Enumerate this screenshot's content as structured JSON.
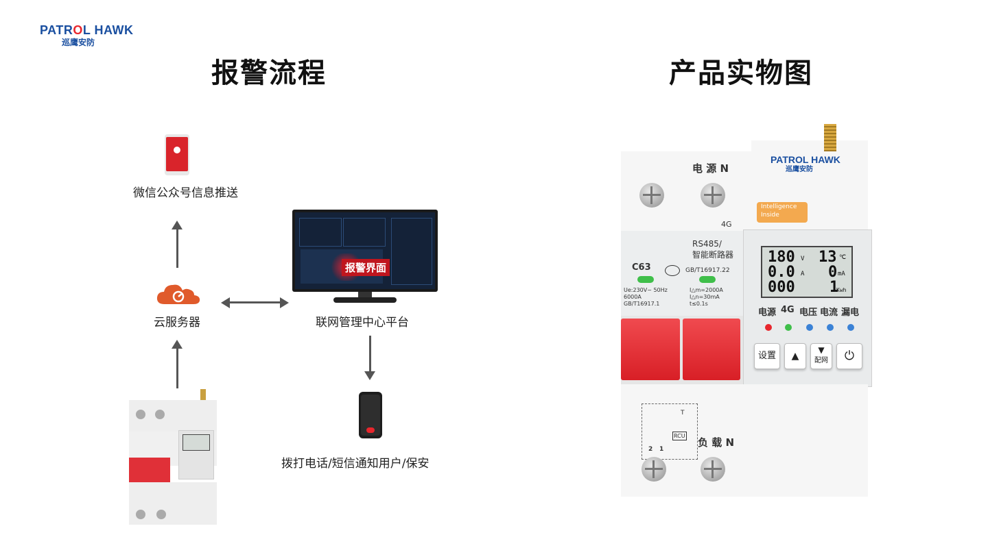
{
  "logo": {
    "brand_en_left": "PATR",
    "brand_en_o": "O",
    "brand_en_right": "L HAWK",
    "brand_cn": "巡鹰安防"
  },
  "left_title": "报警流程",
  "right_title": "产品实物图",
  "flow": {
    "wechat_label": "微信公众号信息推送",
    "cloud_label": "云服务器",
    "platform_label": "联网管理中心平台",
    "alarm_screen_label": "报警界面",
    "notify_label": "拨打电话/短信通知用户/保安"
  },
  "product": {
    "power_in": "电 源 N",
    "brand_en": "PATROL HAWK",
    "brand_cn": "巡鹰安防",
    "chip_line1": "Intelligence",
    "chip_line2": "Inside",
    "net_type": "4G",
    "model_line1": "RS485/",
    "model_line2": "智能断路器",
    "rating": "C63",
    "spec_left1": "Ue:230V~ 50Hz",
    "spec_left2": "6000A",
    "spec_left3": "GB/T16917.1",
    "standard": "GB/T16917.22",
    "spec_right1": "I△m=2000A",
    "spec_right2": "I△n=30mA",
    "spec_right3": "t≤0.1s",
    "lcd_voltage": "180",
    "lcd_voltage_unit": "V",
    "lcd_temp": "13",
    "lcd_temp_unit": "℃",
    "lcd_current": "0.0",
    "lcd_current_unit": "A",
    "lcd_leak": "0",
    "lcd_leak_unit": "mA",
    "lcd_energy": "000",
    "lcd_energy_digit": "1",
    "lcd_energy_unit": "Kwh",
    "indicators": [
      "电源",
      "4G",
      "电压",
      "电流",
      "漏电"
    ],
    "indicator_colors": [
      "#e8262d",
      "#3fbf4a",
      "#3b82d6",
      "#3b82d6",
      "#3b82d6"
    ],
    "btn_set": "设置",
    "btn_up": "▲",
    "btn_down": "▼",
    "btn_net": "配网",
    "btn_power": "⏻",
    "load_out": "负 载 N",
    "terminal_2": "2",
    "terminal_1": "1",
    "rcu": "RCU",
    "t_mark": "T"
  }
}
